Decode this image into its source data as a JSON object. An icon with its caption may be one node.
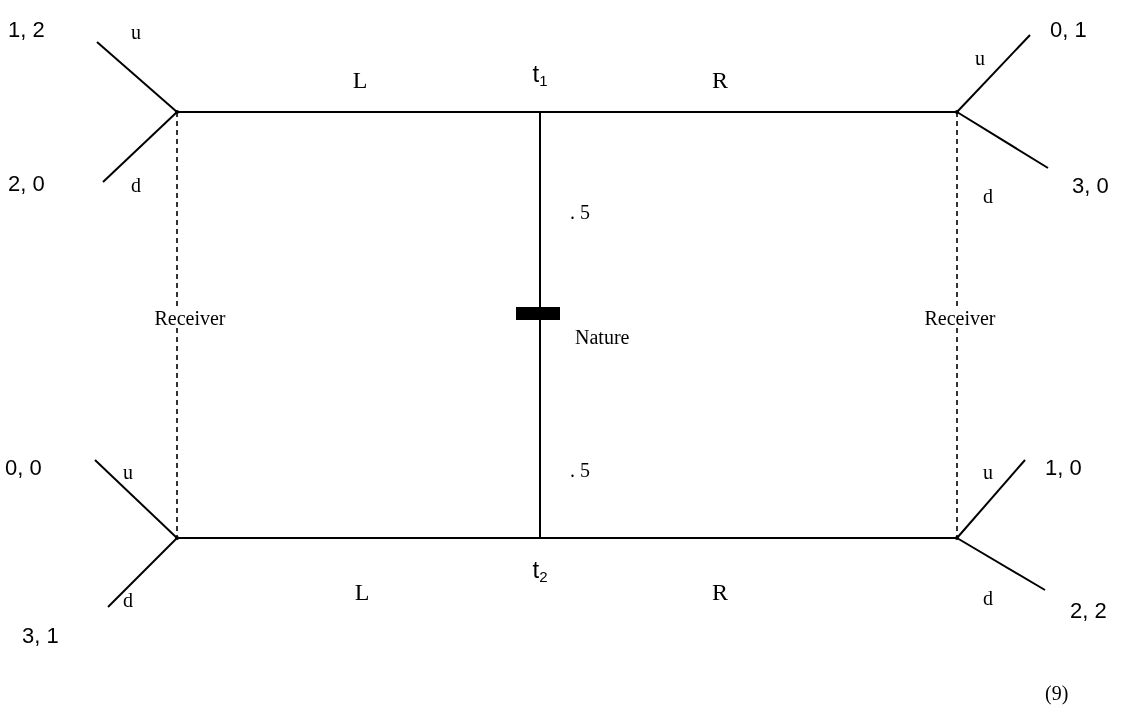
{
  "diagram": {
    "nodes": [
      {
        "text": [],
        "shape": "bar",
        "beside": [
          "Nature"
        ]
      },
      {
        "text": [
          "t$_{1}$"
        ]
      },
      {
        "text": [
          "t$_{2}$"
        ]
      },
      {
        "text": [],
        "shape": "point"
      },
      {
        "text": [],
        "shape": "point"
      },
      {
        "text": [],
        "shape": "point"
      },
      {
        "text": [],
        "shape": "point"
      },
      {
        "text": [
          "1, 2"
        ]
      },
      {
        "text": [
          "0, 1"
        ]
      },
      {
        "text": [
          "2, 0"
        ]
      },
      {
        "text": [
          "3, 0"
        ]
      },
      {
        "text": [
          "0, 0"
        ]
      },
      {
        "text": [
          "1, 0"
        ]
      },
      {
        "text": [
          "3, 1"
        ]
      },
      {
        "text": [
          "2, 2"
        ]
      }
    ],
    "edges": [
      {
        "from": 0,
        "to": 1,
        "arrow": "none",
        "label": ". 5"
      },
      {
        "from": 0,
        "to": 2,
        "arrow": "none",
        "label": ". 5"
      },
      {
        "from": 1,
        "to": 3,
        "arrow": "none",
        "label": "L"
      },
      {
        "from": 1,
        "to": 4,
        "arrow": "none",
        "label": "R"
      },
      {
        "from": 2,
        "to": 5,
        "arrow": "none",
        "label": "L"
      },
      {
        "from": 2,
        "to": 6,
        "arrow": "none",
        "label": "R"
      },
      {
        "from": 3,
        "to": 7,
        "arrow": "none",
        "label": "u"
      },
      {
        "from": 3,
        "to": 9,
        "arrow": "none",
        "label": "d"
      },
      {
        "from": 4,
        "to": 8,
        "arrow": "none",
        "label": "u"
      },
      {
        "from": 4,
        "to": 10,
        "arrow": "none",
        "label": "d"
      },
      {
        "from": 5,
        "to": 11,
        "arrow": "none",
        "label": "u"
      },
      {
        "from": 5,
        "to": 13,
        "arrow": "none",
        "label": "d"
      },
      {
        "from": 6,
        "to": 12,
        "arrow": "none",
        "label": "u"
      },
      {
        "from": 6,
        "to": 14,
        "arrow": "none",
        "label": "d"
      },
      {
        "from": 3,
        "to": 5,
        "arrow": "none",
        "style": "dashed",
        "label": "Receiver"
      },
      {
        "from": 4,
        "to": 6,
        "arrow": "none",
        "style": "dashed",
        "label": "Receiver"
      }
    ],
    "labels": [
      "(9)"
    ]
  }
}
